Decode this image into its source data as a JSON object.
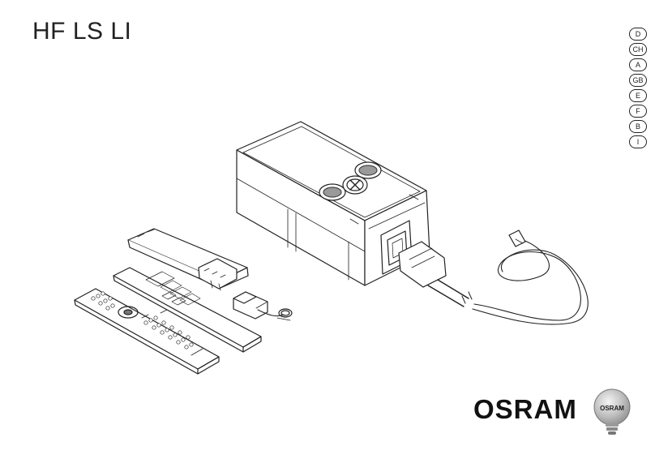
{
  "document": {
    "title": "HF LS LI",
    "languages": [
      "D",
      "CH",
      "A",
      "GB",
      "E",
      "F",
      "B",
      "I"
    ]
  },
  "device": {
    "button_symbol": "X"
  },
  "brand": {
    "logo_text": "OSRAM",
    "bulb_text": "OSRAM"
  }
}
